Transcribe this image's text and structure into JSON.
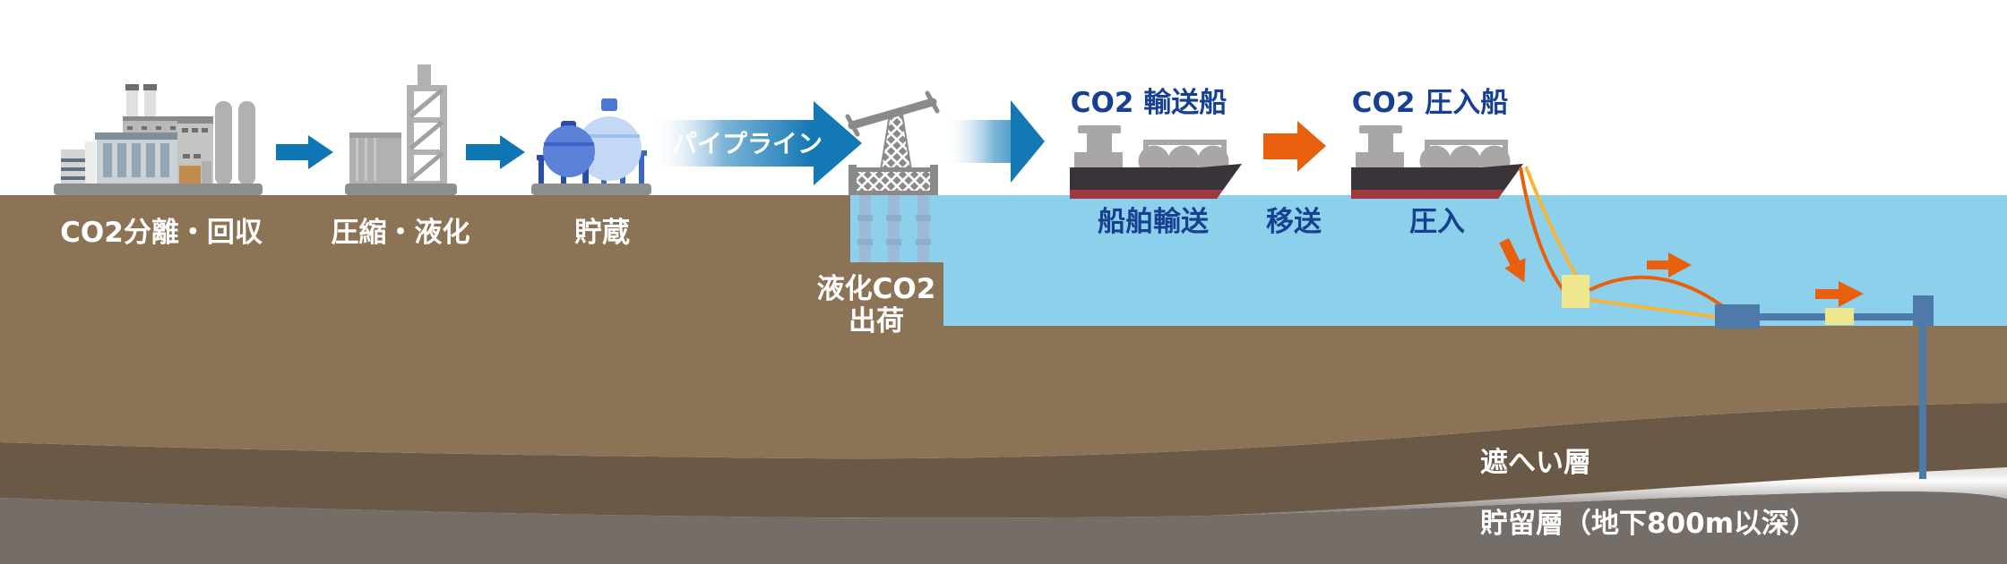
{
  "diagram": {
    "type": "ccs-process-flow-infographic",
    "stages": [
      {
        "label": "CO2分離・回収",
        "icon": "factory-icon"
      },
      {
        "label": "圧縮・液化",
        "icon": "compression-tower-icon"
      },
      {
        "label": "貯蔵",
        "icon": "storage-tanks-icon"
      }
    ],
    "pipeline": {
      "label": "パイプライン",
      "icon": "pipeline-arrow-icon"
    },
    "shipping": {
      "lines": [
        "液化CO2",
        "出荷"
      ],
      "icon": "loading-jetty-icon"
    },
    "ships": [
      {
        "title": "CO2 輸送船",
        "caption": "船舶輸送",
        "icon": "carrier-ship-icon"
      },
      {
        "title": "CO2 圧入船",
        "caption": "圧入",
        "icon": "injection-ship-icon"
      }
    ],
    "transfer": {
      "label": "移送",
      "icon": "orange-arrow-icon"
    },
    "underground": {
      "seal_label": "遮へい層",
      "reservoir_label": "貯留層（地下800m以深）"
    },
    "colors": {
      "sky": "#ffffff",
      "water": "#8dd0ec",
      "land_top": "#8d7356",
      "seal_layer": "#6a5946",
      "reservoir_layer": "#756d68",
      "flow_arrow_blue": "#0f76b4",
      "flow_arrow_orange": "#e8600d",
      "label_navy": "#174190",
      "label_white": "#ffffff",
      "equipment_gray": "#8c8a88",
      "subsea_blue": "#4d7aa8",
      "hose_orange": "#e8600d",
      "hose_yellow": "#f5b53a",
      "buoy_yellow": "#eee78d",
      "ship_hull": "#3a3339",
      "carrier_stripe": "#9e3a3f",
      "injection_stripe": "#1d5cab",
      "tank_blue": "#5b82d8",
      "tank_light_blue": "#c3d8f4"
    }
  }
}
